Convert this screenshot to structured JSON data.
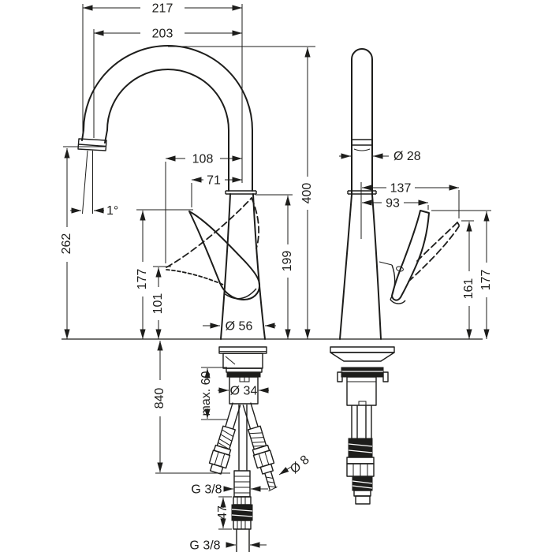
{
  "colors": {
    "line": "#1d1d1b",
    "background": "#ffffff"
  },
  "front_view": {
    "width_overall": "217",
    "width_spout": "203",
    "height_spout_outlet": "262",
    "outlet_angle": "1°",
    "handle_reach_open": "108",
    "handle_reach_closed": "71",
    "height_total": "400",
    "height_body": "199",
    "height_handle_up": "177",
    "height_handle_down": "101",
    "base_diameter": "Ø 56",
    "max_mounting_depth": "max. 60",
    "shank_diameter": "Ø 34",
    "hose_length": "840",
    "thread_size_upper": "G 3/8",
    "fitting_length": "47",
    "hose_diameter": "Ø 8",
    "thread_size_lower": "G 3/8"
  },
  "side_view": {
    "spout_diameter": "Ø 28",
    "handle_reach_back": "137",
    "handle_reach_top": "93",
    "height_handle_open": "161",
    "height_handle_closed": "177"
  }
}
